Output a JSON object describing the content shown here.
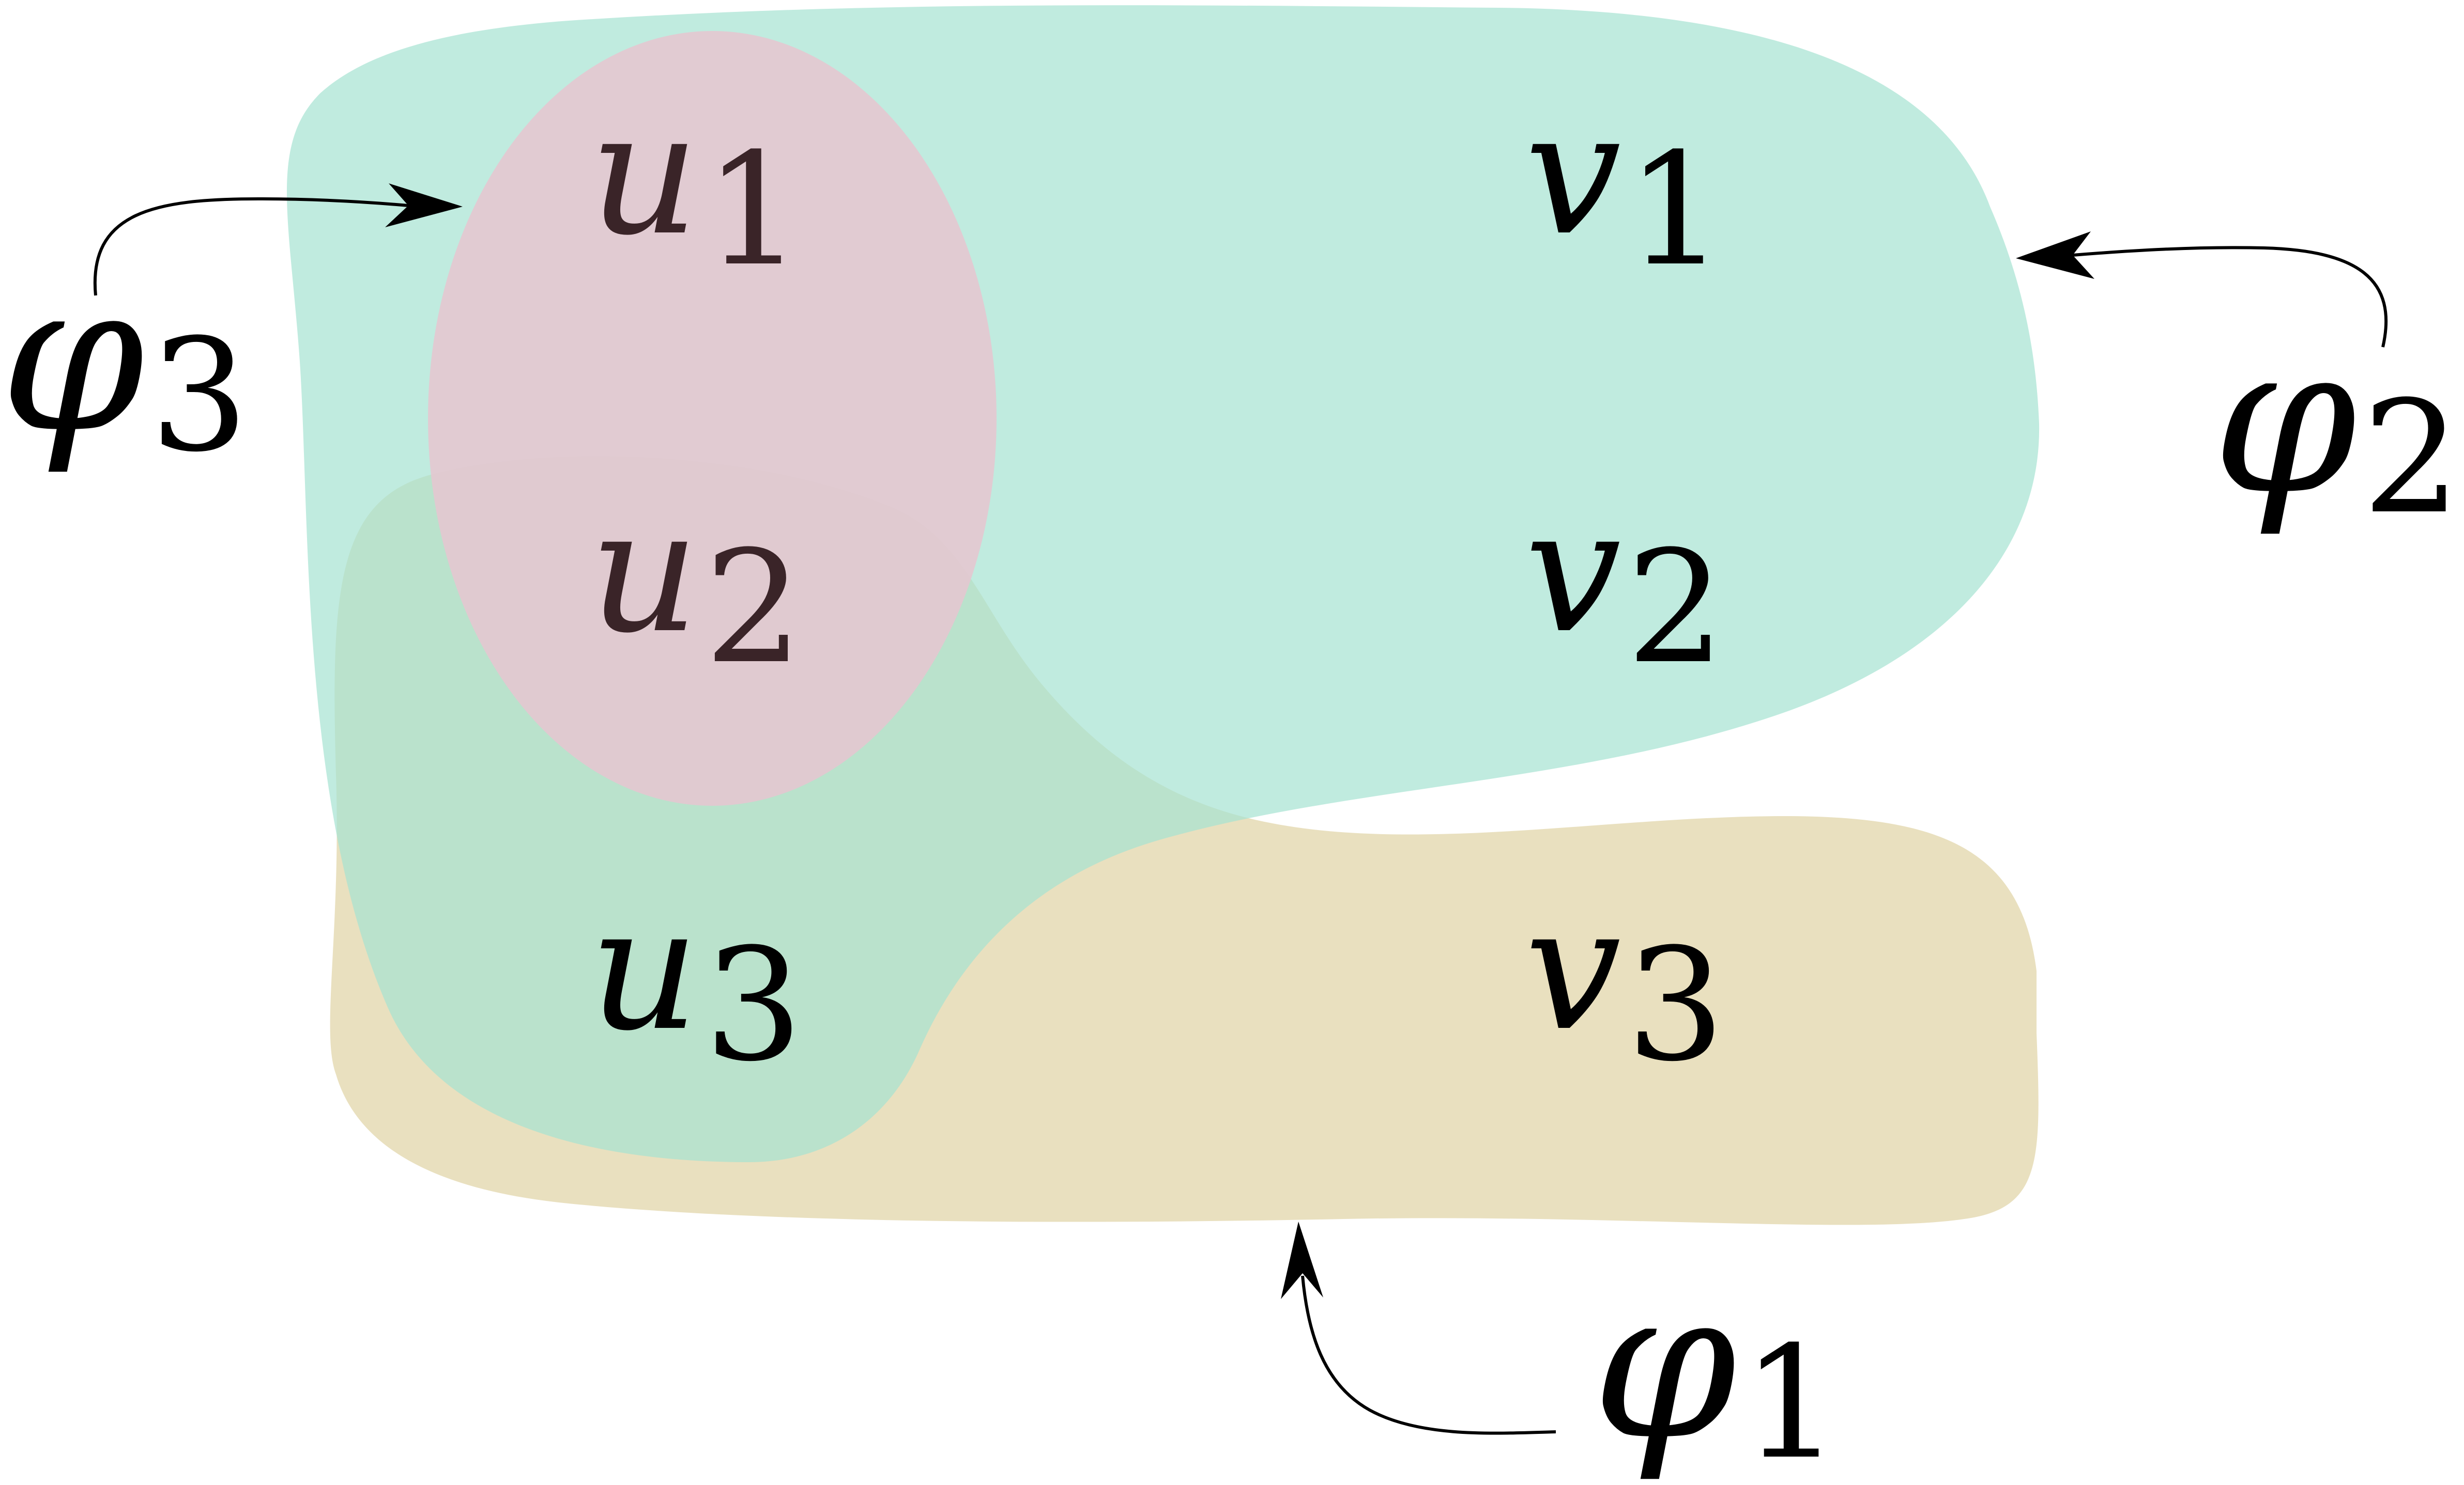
{
  "diagram": {
    "regions": {
      "phi1": {
        "label": "φ1",
        "color": "#e0d3a4"
      },
      "phi2": {
        "label": "φ2",
        "color": "#a5e2d2"
      },
      "phi3": {
        "label": "φ3",
        "color": "#e6c6d0"
      }
    },
    "labels": {
      "phi1": {
        "base": "φ",
        "sub": "1"
      },
      "phi2": {
        "base": "φ",
        "sub": "2"
      },
      "phi3": {
        "base": "φ",
        "sub": "3"
      }
    },
    "nodes": {
      "u1": {
        "base": "u",
        "sub": "1"
      },
      "u2": {
        "base": "u",
        "sub": "2"
      },
      "u3": {
        "base": "u",
        "sub": "3"
      },
      "v1": {
        "base": "v",
        "sub": "1"
      },
      "v2": {
        "base": "v",
        "sub": "2"
      },
      "v3": {
        "base": "v",
        "sub": "3"
      }
    },
    "colors": {
      "ink": "#000000",
      "ink_on_pink": "#3a2428"
    }
  }
}
